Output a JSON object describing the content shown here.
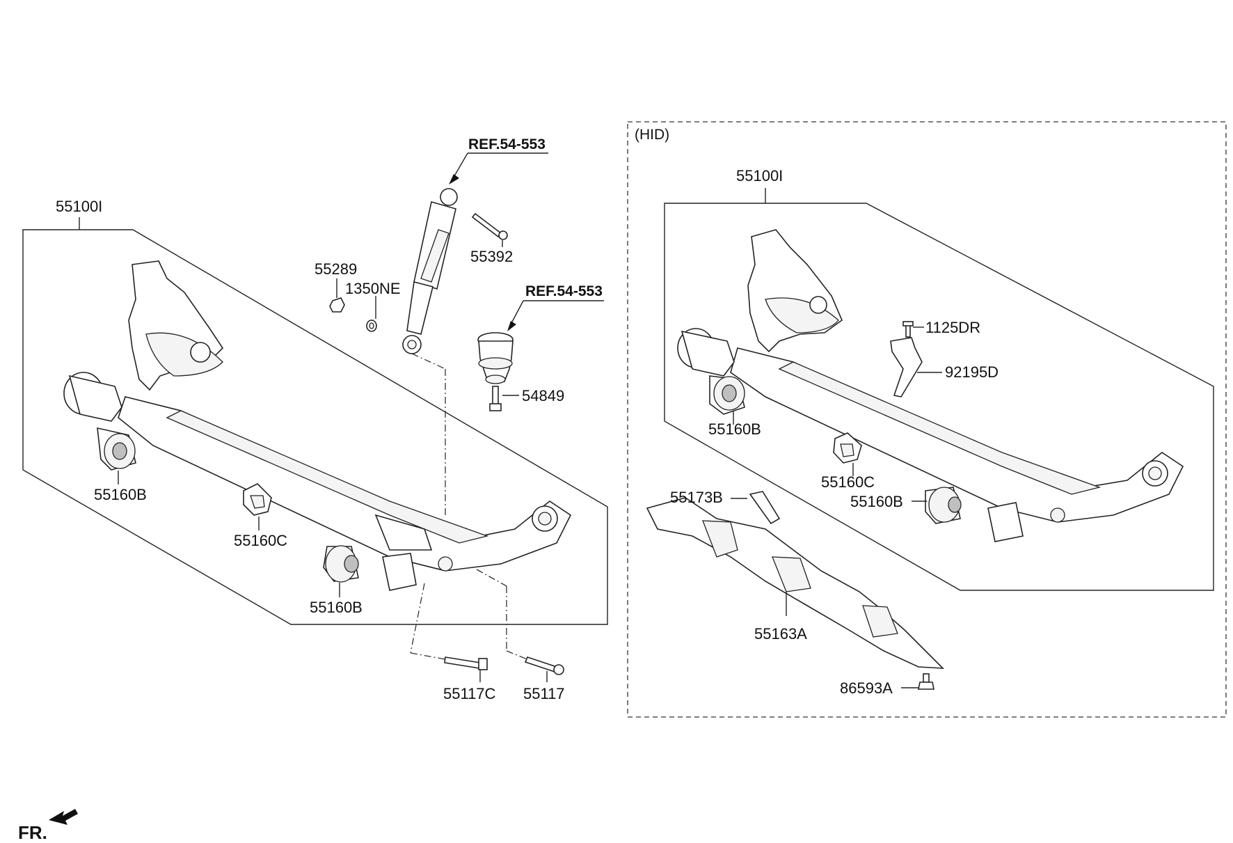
{
  "labels": {
    "left_assembly": "55100I",
    "left_bushing_a": "55160B",
    "left_bracket": "55160C",
    "left_bushing_b": "55160B",
    "ref_shock": "REF.54-553",
    "bolt_55392": "55392",
    "nut_55289": "55289",
    "washer_1350NE": "1350NE",
    "ref_bumper": "REF.54-553",
    "bolt_54849": "54849",
    "bolt_55117C": "55117C",
    "bolt_55117": "55117",
    "hid_variant": "(HID)",
    "hid_assembly": "55100I",
    "screw_1125DR": "1125DR",
    "bracket_92195D": "92195D",
    "hid_bushing_a": "55160B",
    "hid_bracket": "55160C",
    "hid_bushing_b": "55160B",
    "clip_55173B": "55173B",
    "cover_55163A": "55163A",
    "clip_86593A": "86593A",
    "front_indicator": "FR."
  },
  "icons": {
    "front_arrow": "arrow-icon"
  }
}
